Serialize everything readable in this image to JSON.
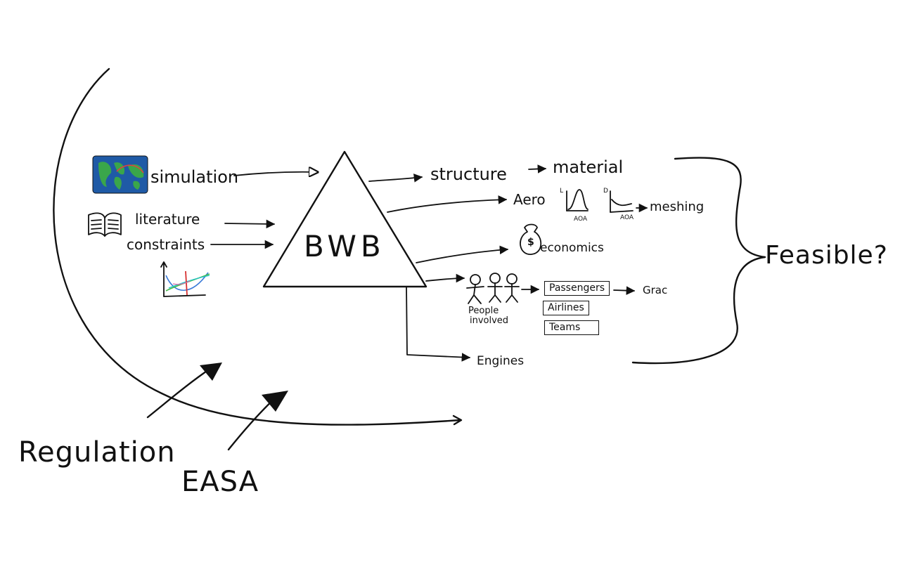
{
  "center": {
    "label": "BWB"
  },
  "inputs": {
    "simulation": "simulation",
    "literature": "literature",
    "constraints": "constraints"
  },
  "outputs": {
    "structure": "structure",
    "material": "material",
    "aero": "Aero",
    "aero_plot1_x": "AOA",
    "aero_plot1_y": "L",
    "aero_plot2_x": "AOA",
    "aero_plot2_y": "D",
    "meshing": "meshing",
    "economics": "economics",
    "money_bag_symbol": "$",
    "people_involved": [
      "People",
      "involved"
    ],
    "passengers": "Passengers",
    "airlines": "Airlines",
    "teams": "Teams",
    "grac": "Grac",
    "engines": "Engines"
  },
  "conclusion": "Feasible?",
  "bottom": {
    "regulation": "Regulation",
    "easa": "EASA"
  },
  "colors": {
    "ink": "#111111",
    "map_ocean": "#1f5aa6",
    "map_land": "#3aa64a",
    "map_route": "#e04040",
    "plot_blue": "#3b7bd8",
    "plot_green": "#44b84a",
    "plot_cyan": "#22c3c8",
    "plot_red": "#d63030",
    "plot_pink": "#e06aa8"
  }
}
